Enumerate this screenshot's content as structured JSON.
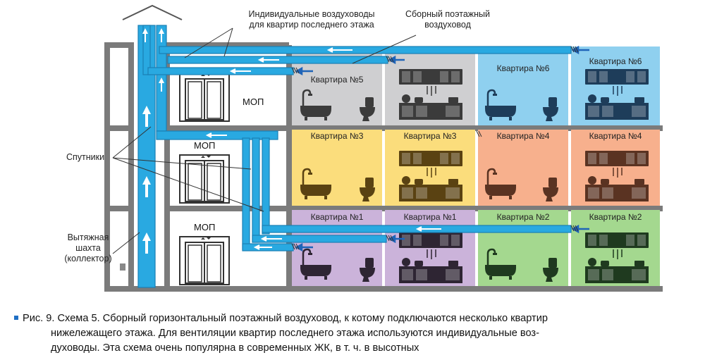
{
  "labels": {
    "individual_ducts": "Индивидуальные воздуховоды\nдля квартир последнего этажа",
    "collector_duct": "Сборный поэтажный\nвоздуховод",
    "satellites": "Спутники",
    "shaft": "Вытяжная\nшахта\n(коллектор)",
    "mop": "МОП"
  },
  "apartments": {
    "floor3": [
      "Квартира №5",
      "",
      "Квартира №6",
      "Квартира №6"
    ],
    "floor2": [
      "Квартира №3",
      "Квартира №3",
      "Квартира №4",
      "Квартира №4"
    ],
    "floor1": [
      "Квартира №1",
      "Квартира №1",
      "Квартира №2",
      "Квартира №2"
    ]
  },
  "colors": {
    "duct": "#29a9e1",
    "duct_border": "#1a7fb5",
    "arrow": "#1f64b8",
    "apt5": "#cfcfd1",
    "apt6": "#8fd0ef",
    "apt3": "#fbdd7c",
    "apt4": "#f7b08d",
    "apt1": "#cbb3da",
    "apt2": "#a4d88f",
    "wall": "#7b7b7b"
  },
  "caption": {
    "line1": "Рис. 9. Схема 5. Сборный горизонтальный поэтажный воздуховод, к котому подключаются несколько квартир",
    "line2": "нижележащего этажа. Для вентиляции квартир последнего этажа используются индивидуальные воз-",
    "line3": "духоводы. Эта схема очень популярна в современных ЖК, в т. ч. в высотных"
  }
}
